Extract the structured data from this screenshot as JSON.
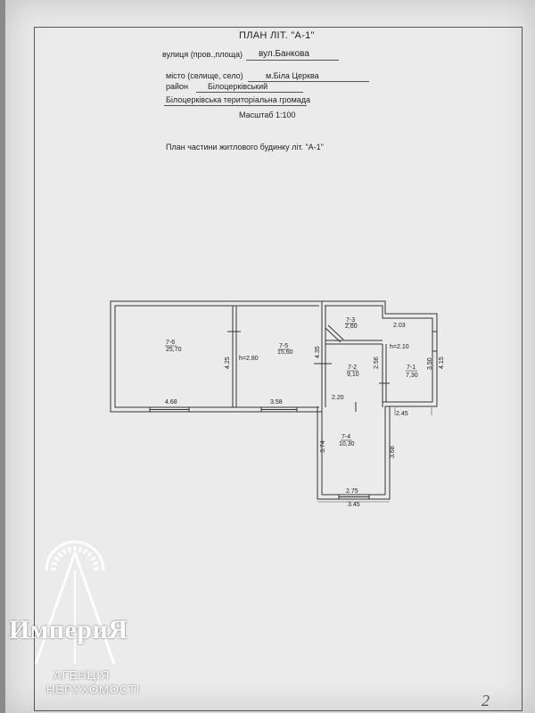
{
  "header": {
    "title": "ПЛАН ЛІТ. \"А-1\"",
    "street_label": "вулиця (пров.,площа)",
    "street_value": "вул.Банкова",
    "city_label": "місто (селище, село)",
    "city_value": "м.Біла Церква",
    "district_label": "район",
    "district_value": "Білоцерківський",
    "community": "Білоцерківська територіальна громада",
    "scale": "Масштаб 1:100",
    "subtitle": "План   частини житлового будинку літ. \"А-1\""
  },
  "plan": {
    "rooms": [
      {
        "id": "7-6",
        "area": "25,70"
      },
      {
        "id": "7-5",
        "area": "15,60"
      },
      {
        "id": "7-3",
        "area": "2,60"
      },
      {
        "id": "7-2",
        "area": "9,10"
      },
      {
        "id": "7-1",
        "area": "7,30"
      },
      {
        "id": "7-4",
        "area": "10,30"
      }
    ],
    "heights": [
      "h=2.80",
      "h=2.10"
    ],
    "dimensions": [
      "4.68",
      "3.58",
      "4.25",
      "4.35",
      "2.56",
      "2.20",
      "2.03",
      "3.50",
      "4.15",
      "2.45",
      "3.74",
      "3.68",
      "2.75",
      "3.45"
    ]
  },
  "watermark": {
    "name": "ИмпериЯ",
    "line1": "АГЕНЦІЯ",
    "line2": "НЕРУХОМОСТІ"
  },
  "page_number": "2"
}
